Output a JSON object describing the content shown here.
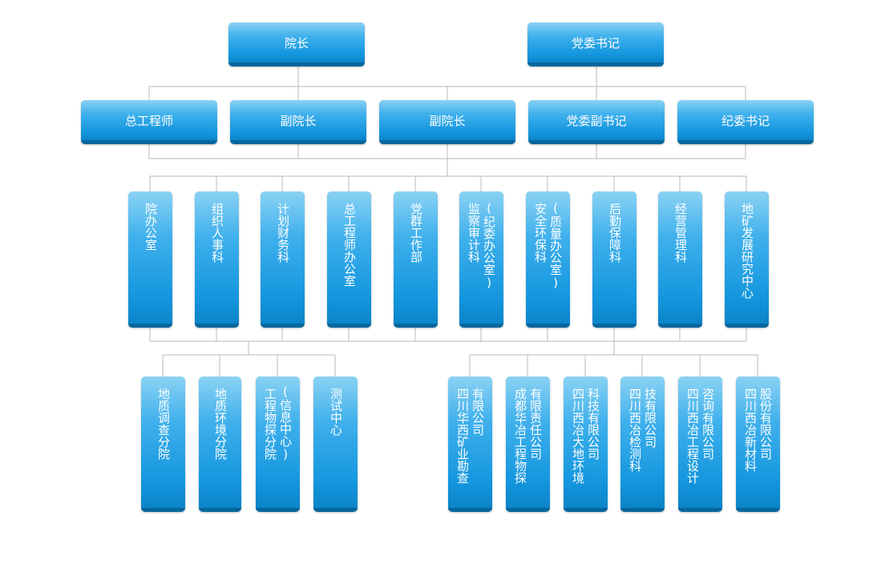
{
  "top": [
    {
      "id": "dean",
      "label": "院长"
    },
    {
      "id": "party",
      "label": "党委书记"
    }
  ],
  "level2": [
    {
      "id": "chief-engineer",
      "label": "总工程师"
    },
    {
      "id": "vice-dean-1",
      "label": "副院长"
    },
    {
      "id": "vice-dean-2",
      "label": "副院长"
    },
    {
      "id": "party-deputy",
      "label": "党委副书记"
    },
    {
      "id": "discipline",
      "label": "纪委书记"
    }
  ],
  "departments": [
    {
      "id": "dean-office",
      "lines": [
        "院办公室"
      ]
    },
    {
      "id": "hr",
      "lines": [
        "组织人事科"
      ]
    },
    {
      "id": "finance",
      "lines": [
        "计划财务科"
      ]
    },
    {
      "id": "engineer-office",
      "lines": [
        "总工程师办公室"
      ]
    },
    {
      "id": "party-work",
      "lines": [
        "党群工作部"
      ]
    },
    {
      "id": "audit",
      "lines": [
        "(纪委办公室)",
        "监察审计科"
      ]
    },
    {
      "id": "safety",
      "lines": [
        "(质量办公室)",
        "安全环保科"
      ]
    },
    {
      "id": "logistics",
      "lines": [
        "后勤保障科"
      ]
    },
    {
      "id": "operation",
      "lines": [
        "经营管理科"
      ]
    },
    {
      "id": "research",
      "lines": [
        "地矿发展研究中心"
      ]
    }
  ],
  "institutes": [
    {
      "id": "geo-survey",
      "lines": [
        "地质调查分院"
      ]
    },
    {
      "id": "geo-env",
      "lines": [
        "地质环境分院"
      ]
    },
    {
      "id": "geophysics",
      "lines": [
        "(信息中心)",
        "工程物探分院"
      ]
    },
    {
      "id": "testing",
      "lines": [
        "测试中心"
      ]
    }
  ],
  "companies": [
    {
      "id": "huaxi-mining",
      "lines": [
        "有限公司",
        "四川华西矿业勘查"
      ]
    },
    {
      "id": "chengdu-huaye",
      "lines": [
        "有限责任公司",
        "成都华冶工程物探"
      ]
    },
    {
      "id": "xiye-env",
      "lines": [
        "科技有限公司",
        "四川西冶大地环境"
      ]
    },
    {
      "id": "xiye-testing",
      "lines": [
        "技有限公司",
        "四川西冶检测科"
      ]
    },
    {
      "id": "xiye-design",
      "lines": [
        "咨询有限公司",
        "四川西冶工程设计"
      ]
    },
    {
      "id": "xiye-material",
      "lines": [
        "股份有限公司",
        "四川西冶新材料"
      ]
    }
  ]
}
